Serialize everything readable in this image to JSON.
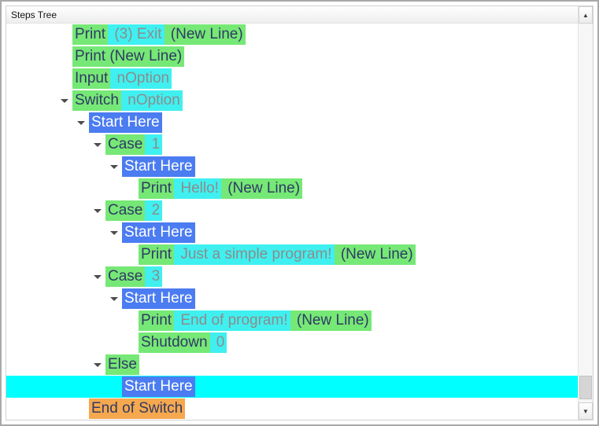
{
  "panel": {
    "title": "Steps Tree"
  },
  "colors": {
    "green": "#76e876",
    "cyan": "#40f0f0",
    "blue": "#4b7cf1",
    "orange": "#f6a84e",
    "selected_row": "#00ffff",
    "text_dark": "#2f3a64",
    "text_gray": "#8c8c8c",
    "text_white": "#ffffff"
  },
  "icons": {
    "expander": "down-triangle",
    "scroll_up": "▲",
    "scroll_down": "▼"
  },
  "tree": {
    "rows": [
      {
        "level": 0,
        "expander": false,
        "selected": false,
        "segments": [
          {
            "text": "Print",
            "style": "green"
          },
          {
            "text": " (3) Exit",
            "style": "cyan"
          },
          {
            "text": " (New Line)",
            "style": "green"
          }
        ]
      },
      {
        "level": 0,
        "expander": false,
        "selected": false,
        "segments": [
          {
            "text": "Print (New Line)",
            "style": "green"
          }
        ]
      },
      {
        "level": 0,
        "expander": false,
        "selected": false,
        "segments": [
          {
            "text": "Input",
            "style": "green"
          },
          {
            "text": " nOption",
            "style": "cyan"
          }
        ]
      },
      {
        "level": 0,
        "expander": true,
        "selected": false,
        "segments": [
          {
            "text": "Switch",
            "style": "green"
          },
          {
            "text": " nOption",
            "style": "cyan"
          }
        ]
      },
      {
        "level": 1,
        "expander": true,
        "selected": false,
        "segments": [
          {
            "text": "Start Here",
            "style": "blue"
          }
        ]
      },
      {
        "level": 2,
        "expander": true,
        "selected": false,
        "segments": [
          {
            "text": "Case",
            "style": "green"
          },
          {
            "text": " 1",
            "style": "cyan"
          }
        ]
      },
      {
        "level": 3,
        "expander": true,
        "selected": false,
        "segments": [
          {
            "text": "Start Here",
            "style": "blue"
          }
        ]
      },
      {
        "level": 4,
        "expander": false,
        "selected": false,
        "segments": [
          {
            "text": "Print",
            "style": "green"
          },
          {
            "text": " Hello!",
            "style": "cyan"
          },
          {
            "text": " (New Line)",
            "style": "green"
          }
        ]
      },
      {
        "level": 2,
        "expander": true,
        "selected": false,
        "segments": [
          {
            "text": "Case",
            "style": "green"
          },
          {
            "text": " 2",
            "style": "cyan"
          }
        ]
      },
      {
        "level": 3,
        "expander": true,
        "selected": false,
        "segments": [
          {
            "text": "Start Here",
            "style": "blue"
          }
        ]
      },
      {
        "level": 4,
        "expander": false,
        "selected": false,
        "segments": [
          {
            "text": "Print",
            "style": "green"
          },
          {
            "text": " Just a simple program!",
            "style": "cyan"
          },
          {
            "text": " (New Line)",
            "style": "green"
          }
        ]
      },
      {
        "level": 2,
        "expander": true,
        "selected": false,
        "segments": [
          {
            "text": "Case",
            "style": "green"
          },
          {
            "text": " 3",
            "style": "cyan"
          }
        ]
      },
      {
        "level": 3,
        "expander": true,
        "selected": false,
        "segments": [
          {
            "text": "Start Here",
            "style": "blue"
          }
        ]
      },
      {
        "level": 4,
        "expander": false,
        "selected": false,
        "segments": [
          {
            "text": "Print",
            "style": "green"
          },
          {
            "text": " End of program!",
            "style": "cyan"
          },
          {
            "text": " (New Line)",
            "style": "green"
          }
        ]
      },
      {
        "level": 4,
        "expander": false,
        "selected": false,
        "segments": [
          {
            "text": "Shutdown",
            "style": "green"
          },
          {
            "text": " 0",
            "style": "cyan"
          }
        ]
      },
      {
        "level": 2,
        "expander": true,
        "selected": false,
        "segments": [
          {
            "text": "Else",
            "style": "green"
          }
        ]
      },
      {
        "level": 3,
        "expander": false,
        "selected": true,
        "segments": [
          {
            "text": "Start Here",
            "style": "blue"
          }
        ]
      },
      {
        "level": 1,
        "expander": false,
        "selected": false,
        "segments": [
          {
            "text": "End of Switch",
            "style": "orange"
          }
        ]
      }
    ]
  }
}
